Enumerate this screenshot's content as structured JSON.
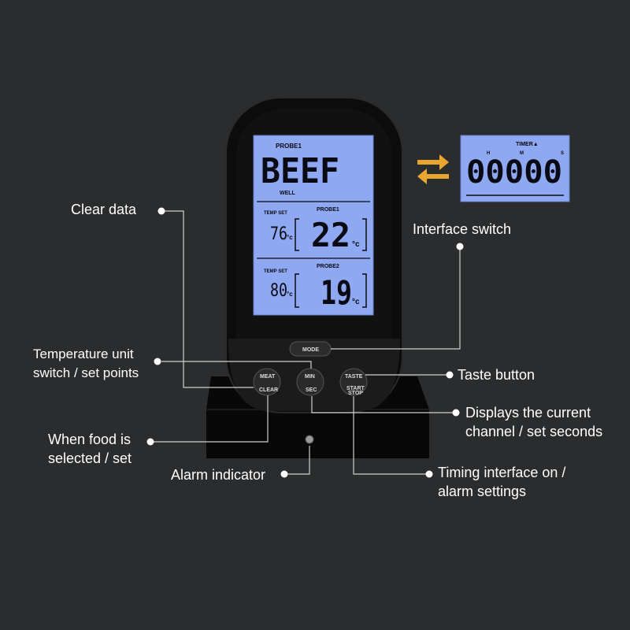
{
  "device": {
    "screen": {
      "probe_header": "PROBE1",
      "food": "BEEF",
      "doneness": "WELL",
      "temp_set_label_1": "TEMP SET",
      "probe1_label": "PROBE1",
      "set_temp_1": "76",
      "current_temp_1": "22",
      "temp_set_label_2": "TEMP SET",
      "probe2_label": "PROBE2",
      "set_temp_2": "80",
      "current_temp_2": "19",
      "unit": "°c"
    },
    "timer_screen": {
      "title": "TIMER▲",
      "h": "H",
      "m": "M",
      "s": "S",
      "digits": "00000"
    },
    "buttons": {
      "mode": "MODE",
      "meat": "MEAT",
      "clear": "CLEAR",
      "min": "MIN",
      "sec": "SEC",
      "taste": "TASTE",
      "start": "START",
      "stop": "STOP"
    }
  },
  "callouts": {
    "clear_data": "Clear data",
    "interface_switch": "Interface switch",
    "temp_unit_1": "Temperature unit",
    "temp_unit_2": "switch / set points",
    "taste_button": "Taste button",
    "displays_1": "Displays the current",
    "displays_2": "channel / set seconds",
    "food_1": "When food is",
    "food_2": "selected / set",
    "alarm_indicator": "Alarm indicator",
    "timing_1": "Timing interface on /",
    "timing_2": "alarm settings"
  },
  "colors": {
    "background": "#2a2c2e",
    "backlight": "#8fa8f2",
    "arrow": "#e8a530",
    "device": "#0c0c0c"
  }
}
